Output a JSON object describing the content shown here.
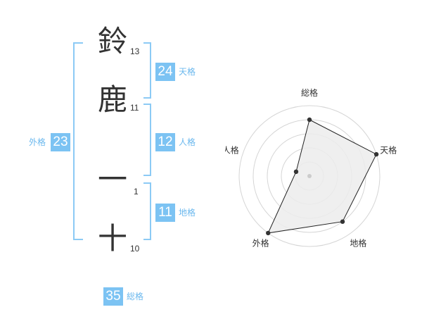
{
  "name_chars": [
    {
      "char": "鈴",
      "strokes": "13"
    },
    {
      "char": "鹿",
      "strokes": "11"
    },
    {
      "char": "一",
      "strokes": "1"
    },
    {
      "char": "十",
      "strokes": "10"
    }
  ],
  "fortunes": {
    "tenkaku": {
      "value": "24",
      "label": "天格"
    },
    "jinkaku": {
      "value": "12",
      "label": "人格"
    },
    "chikaku": {
      "value": "11",
      "label": "地格"
    },
    "gaikaku": {
      "value": "23",
      "label": "外格"
    },
    "soukaku": {
      "value": "35",
      "label": "総格"
    }
  },
  "colors": {
    "accent": "#7cc3f3",
    "bracket": "#8ccaf5",
    "text": "#333333"
  },
  "chart_data": {
    "type": "radar",
    "axes": [
      "総格",
      "天格",
      "地格",
      "外格",
      "人格"
    ],
    "values": [
      4,
      5,
      4,
      5,
      1
    ],
    "max": 5,
    "rings": 5
  }
}
